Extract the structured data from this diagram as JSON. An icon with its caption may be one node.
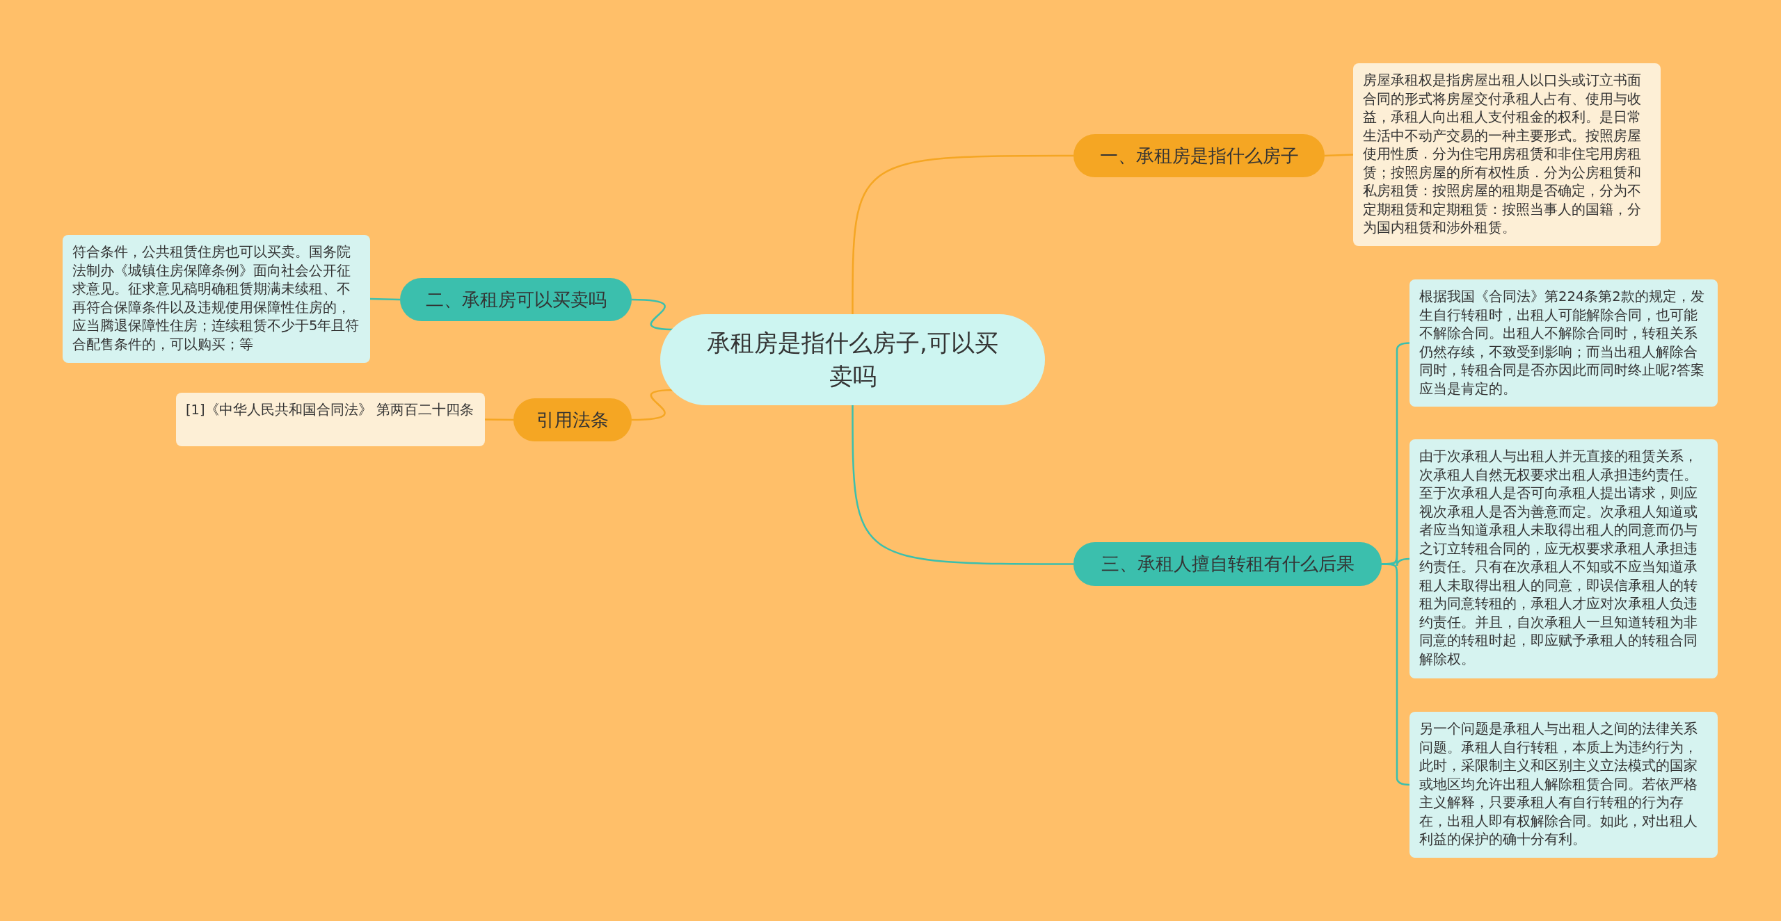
{
  "diagram": {
    "nodes": [
      {
        "text": [
          "承租房是指什么房子,可以买卖吗"
        ]
      },
      {
        "text": [
          "一、承租房是指什么房子"
        ]
      },
      {
        "text": [
          "房屋承租权是指房屋出租人以口头或订立书面合同的形式将房屋交付承租人占有、使用与收益，承租人向出租人支付租金的权利。是日常生活中不动产交易的一种主要形式。按照房屋使用性质．分为住宅用房租赁和非住宅用房租赁；按照房屋的所有权性质．分为公房租赁和私房租赁：按照房屋的租期是否确定，分为不定期租赁和定期租赁：按照当事人的国籍，分为国内租赁和涉外租赁。"
        ]
      },
      {
        "text": [
          "二、承租房可以买卖吗"
        ]
      },
      {
        "text": [
          "符合条件，公共租赁住房也可以买卖。国务院法制办《城镇住房保障条例》面向社会公开征求意见。征求意见稿明确租赁期满未续租、不再符合保障条件以及违规使用保障性住房的，应当腾退保障性住房；连续租赁不少于5年且符合配售条件的，可以购买；等"
        ]
      },
      {
        "text": [
          "引用法条"
        ]
      },
      {
        "text": [
          "[1]《中华人民共和国合同法》 第两百二十四条"
        ]
      },
      {
        "text": [
          "三、承租人擅自转租有什么后果"
        ]
      },
      {
        "text": [
          "根据我国《合同法》第224条第2款的规定，发生自行转租时，出租人可能解除合同，也可能不解除合同。出租人不解除合同时，转租关系仍然存续，不致受到影响；而当出租人解除合同时，转租合同是否亦因此而同时终止呢?答案应当是肯定的。"
        ]
      },
      {
        "text": [
          "由于次承租人与出租人并无直接的租赁关系，次承租人自然无权要求出租人承担违约责任。至于次承租人是否可向承租人提出请求，则应视次承租人是否为善意而定。次承租人知道或者应当知道承租人未取得出租人的同意而仍与之订立转租合同的，应无权要求承租人承担违约责任。只有在次承租人不知或不应当知道承租人未取得出租人的同意，即误信承租人的转租为同意转租的，承租人才应对次承租人负违约责任。并且，自次承租人一旦知道转租为非同意的转租时起，即应赋予承租人的转租合同解除权。"
        ]
      },
      {
        "text": [
          "另一个问题是承租人与出租人之间的法律关系问题。承租人自行转租，本质上为违约行为，此时，采限制主义和区别主义立法模式的国家或地区均允许出租人解除租赁合同。若依严格主义解释，只要承租人有自行转租的行为存在，出租人即有权解除合同。如此，对出租人利益的保护的确十分有利。"
        ]
      }
    ],
    "edges": [
      {
        "from": 0,
        "to": 1,
        "arrow": "none",
        "color": "#f5a623"
      },
      {
        "from": 1,
        "to": 2,
        "arrow": "none",
        "color": "#f5a623"
      },
      {
        "from": 0,
        "to": 3,
        "arrow": "none",
        "color": "#3bbfad"
      },
      {
        "from": 3,
        "to": 4,
        "arrow": "none",
        "color": "#3bbfad"
      },
      {
        "from": 0,
        "to": 5,
        "arrow": "none",
        "color": "#f5a623"
      },
      {
        "from": 5,
        "to": 6,
        "arrow": "none",
        "color": "#f5a623"
      },
      {
        "from": 0,
        "to": 7,
        "arrow": "none",
        "color": "#3bbfad"
      },
      {
        "from": 7,
        "to": 8,
        "arrow": "none",
        "color": "#3bbfad"
      },
      {
        "from": 7,
        "to": 9,
        "arrow": "none",
        "color": "#3bbfad"
      },
      {
        "from": 7,
        "to": 10,
        "arrow": "none",
        "color": "#3bbfad"
      }
    ]
  }
}
